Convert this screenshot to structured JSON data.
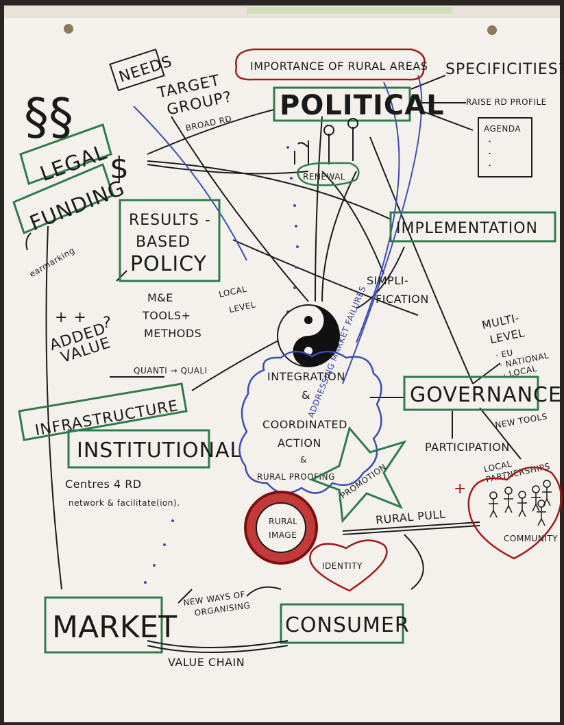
{
  "colors": {
    "paper": "#f4f1ec",
    "ink": "#1a1a1a",
    "green": "#2f7a4c",
    "blue": "#3a4db0",
    "red": "#a11a1a",
    "backdrop": "#2a2522"
  },
  "diagram": {
    "top": {
      "importance": "IMPORTANCE OF RURAL AREAS",
      "specificities": "SPECIFICITIES?",
      "political": "POLITICAL",
      "raise_profile": "RAISE RD PROFILE",
      "agenda": "AGENDA",
      "agenda_dots": "·\n·\n·",
      "needs": "NEEDS",
      "target_group_1": "TARGET",
      "target_group_2": "GROUP?",
      "broad_rd": "BROAD RD",
      "renewal": "RENEWAL"
    },
    "left": {
      "section_sign": "§§",
      "legal": "LEGAL",
      "funding": "FUNDING",
      "dollar": "$",
      "earmarking": "earmarking",
      "results_1": "RESULTS -",
      "results_2": "BASED",
      "results_3": "POLICY",
      "plus": "+ +",
      "added_value_1": "ADDED",
      "added_value_2": "VALUE",
      "question": "?",
      "mande_1": "M&E",
      "mande_2": "TOOLS+",
      "mande_3": "METHODS",
      "quanti": "QUANTI → QUALI",
      "local_level_1": "LOCAL",
      "local_level_2": "LEVEL",
      "infrastructure": "INFRASTRUCTURE",
      "institutional": "INSTITUTIONAL",
      "centres_1": "Centres 4 RD",
      "centres_2": "network & facilitate(ion)."
    },
    "center": {
      "addressing": "ADDRESSING MARKET FAILURES",
      "integration_1": "INTEGRATION",
      "integration_2": "&",
      "integration_3": "COORDINATED",
      "integration_4": "ACTION",
      "integration_5": "&",
      "integration_6": "RURAL PROOFING",
      "promotion": "PROMOTION",
      "rural_image_1": "RURAL",
      "rural_image_2": "IMAGE",
      "identity": "IDENTITY",
      "rural_pull": "RURAL PULL"
    },
    "right": {
      "implementation": "IMPLEMENTATION",
      "simplification_1": "SIMPLI-",
      "simplification_2": "FICATION",
      "multilevel_1": "MULTI-",
      "multilevel_2": "LEVEL",
      "eu": "· EU",
      "national": "· NATIONAL",
      "local": "· LOCAL",
      "governance": "GOVERNANCE",
      "new_tools": "NEW TOOLS",
      "participation": "PARTICIPATION",
      "local_partnerships_1": "LOCAL",
      "local_partnerships_2": "PARTNERSHIPS",
      "cross": "+",
      "community": "COMMUNITY"
    },
    "bottom": {
      "market": "MARKET",
      "new_ways_1": "NEW WAYS OF",
      "new_ways_2": "ORGANISING",
      "consumer": "CONSUMER",
      "value_chain": "VALUE CHAIN"
    }
  }
}
